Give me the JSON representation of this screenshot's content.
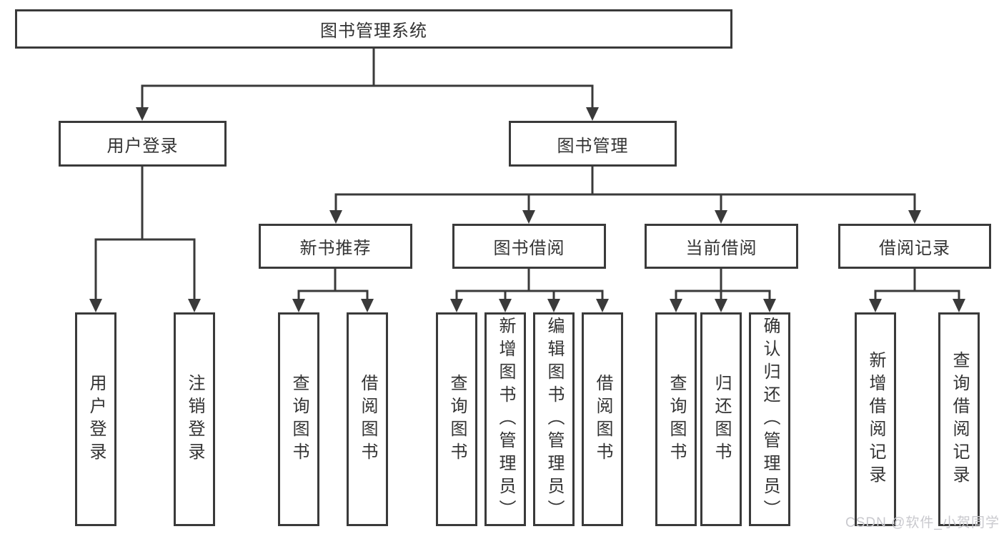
{
  "diagram": {
    "type": "hierarchy",
    "nodes": {
      "root": "图书管理系统",
      "user_login": "用户登录",
      "book_mgmt": "图书管理",
      "new_book_rec": "新书推荐",
      "book_borrow": "图书借阅",
      "current_borrow": "当前借阅",
      "borrow_records": "借阅记录",
      "leaf_user_login": "用户登录",
      "leaf_logout": "注销登录",
      "leaf_rec_query_book": "查询图书",
      "leaf_rec_borrow_book": "借阅图书",
      "leaf_bb_query_book": "查询图书",
      "leaf_bb_add_book": "新增图书（管理员）",
      "leaf_bb_edit_book": "编辑图书（管理员）",
      "leaf_bb_borrow_book": "借阅图书",
      "leaf_cb_query_book": "查询图书",
      "leaf_cb_return_book": "归还图书",
      "leaf_cb_confirm_return": "确认归还（管理员）",
      "leaf_br_add_record": "新增借阅记录",
      "leaf_br_query_record": "查询借阅记录"
    },
    "edges": [
      [
        "图书管理系统",
        "用户登录"
      ],
      [
        "图书管理系统",
        "图书管理"
      ],
      [
        "用户登录",
        "用户登录"
      ],
      [
        "用户登录",
        "注销登录"
      ],
      [
        "图书管理",
        "新书推荐"
      ],
      [
        "图书管理",
        "图书借阅"
      ],
      [
        "图书管理",
        "当前借阅"
      ],
      [
        "图书管理",
        "借阅记录"
      ],
      [
        "新书推荐",
        "查询图书"
      ],
      [
        "新书推荐",
        "借阅图书"
      ],
      [
        "图书借阅",
        "查询图书"
      ],
      [
        "图书借阅",
        "新增图书（管理员）"
      ],
      [
        "图书借阅",
        "编辑图书（管理员）"
      ],
      [
        "图书借阅",
        "借阅图书"
      ],
      [
        "当前借阅",
        "查询图书"
      ],
      [
        "当前借阅",
        "归还图书"
      ],
      [
        "当前借阅",
        "确认归还（管理员）"
      ],
      [
        "借阅记录",
        "新增借阅记录"
      ],
      [
        "借阅记录",
        "查询借阅记录"
      ]
    ]
  },
  "watermark": "CSDN @软件_小贺同学",
  "colors": {
    "line": "#3a3a3a",
    "text": "#333333",
    "background": "#ffffff",
    "watermark": "#c9c9ce"
  }
}
